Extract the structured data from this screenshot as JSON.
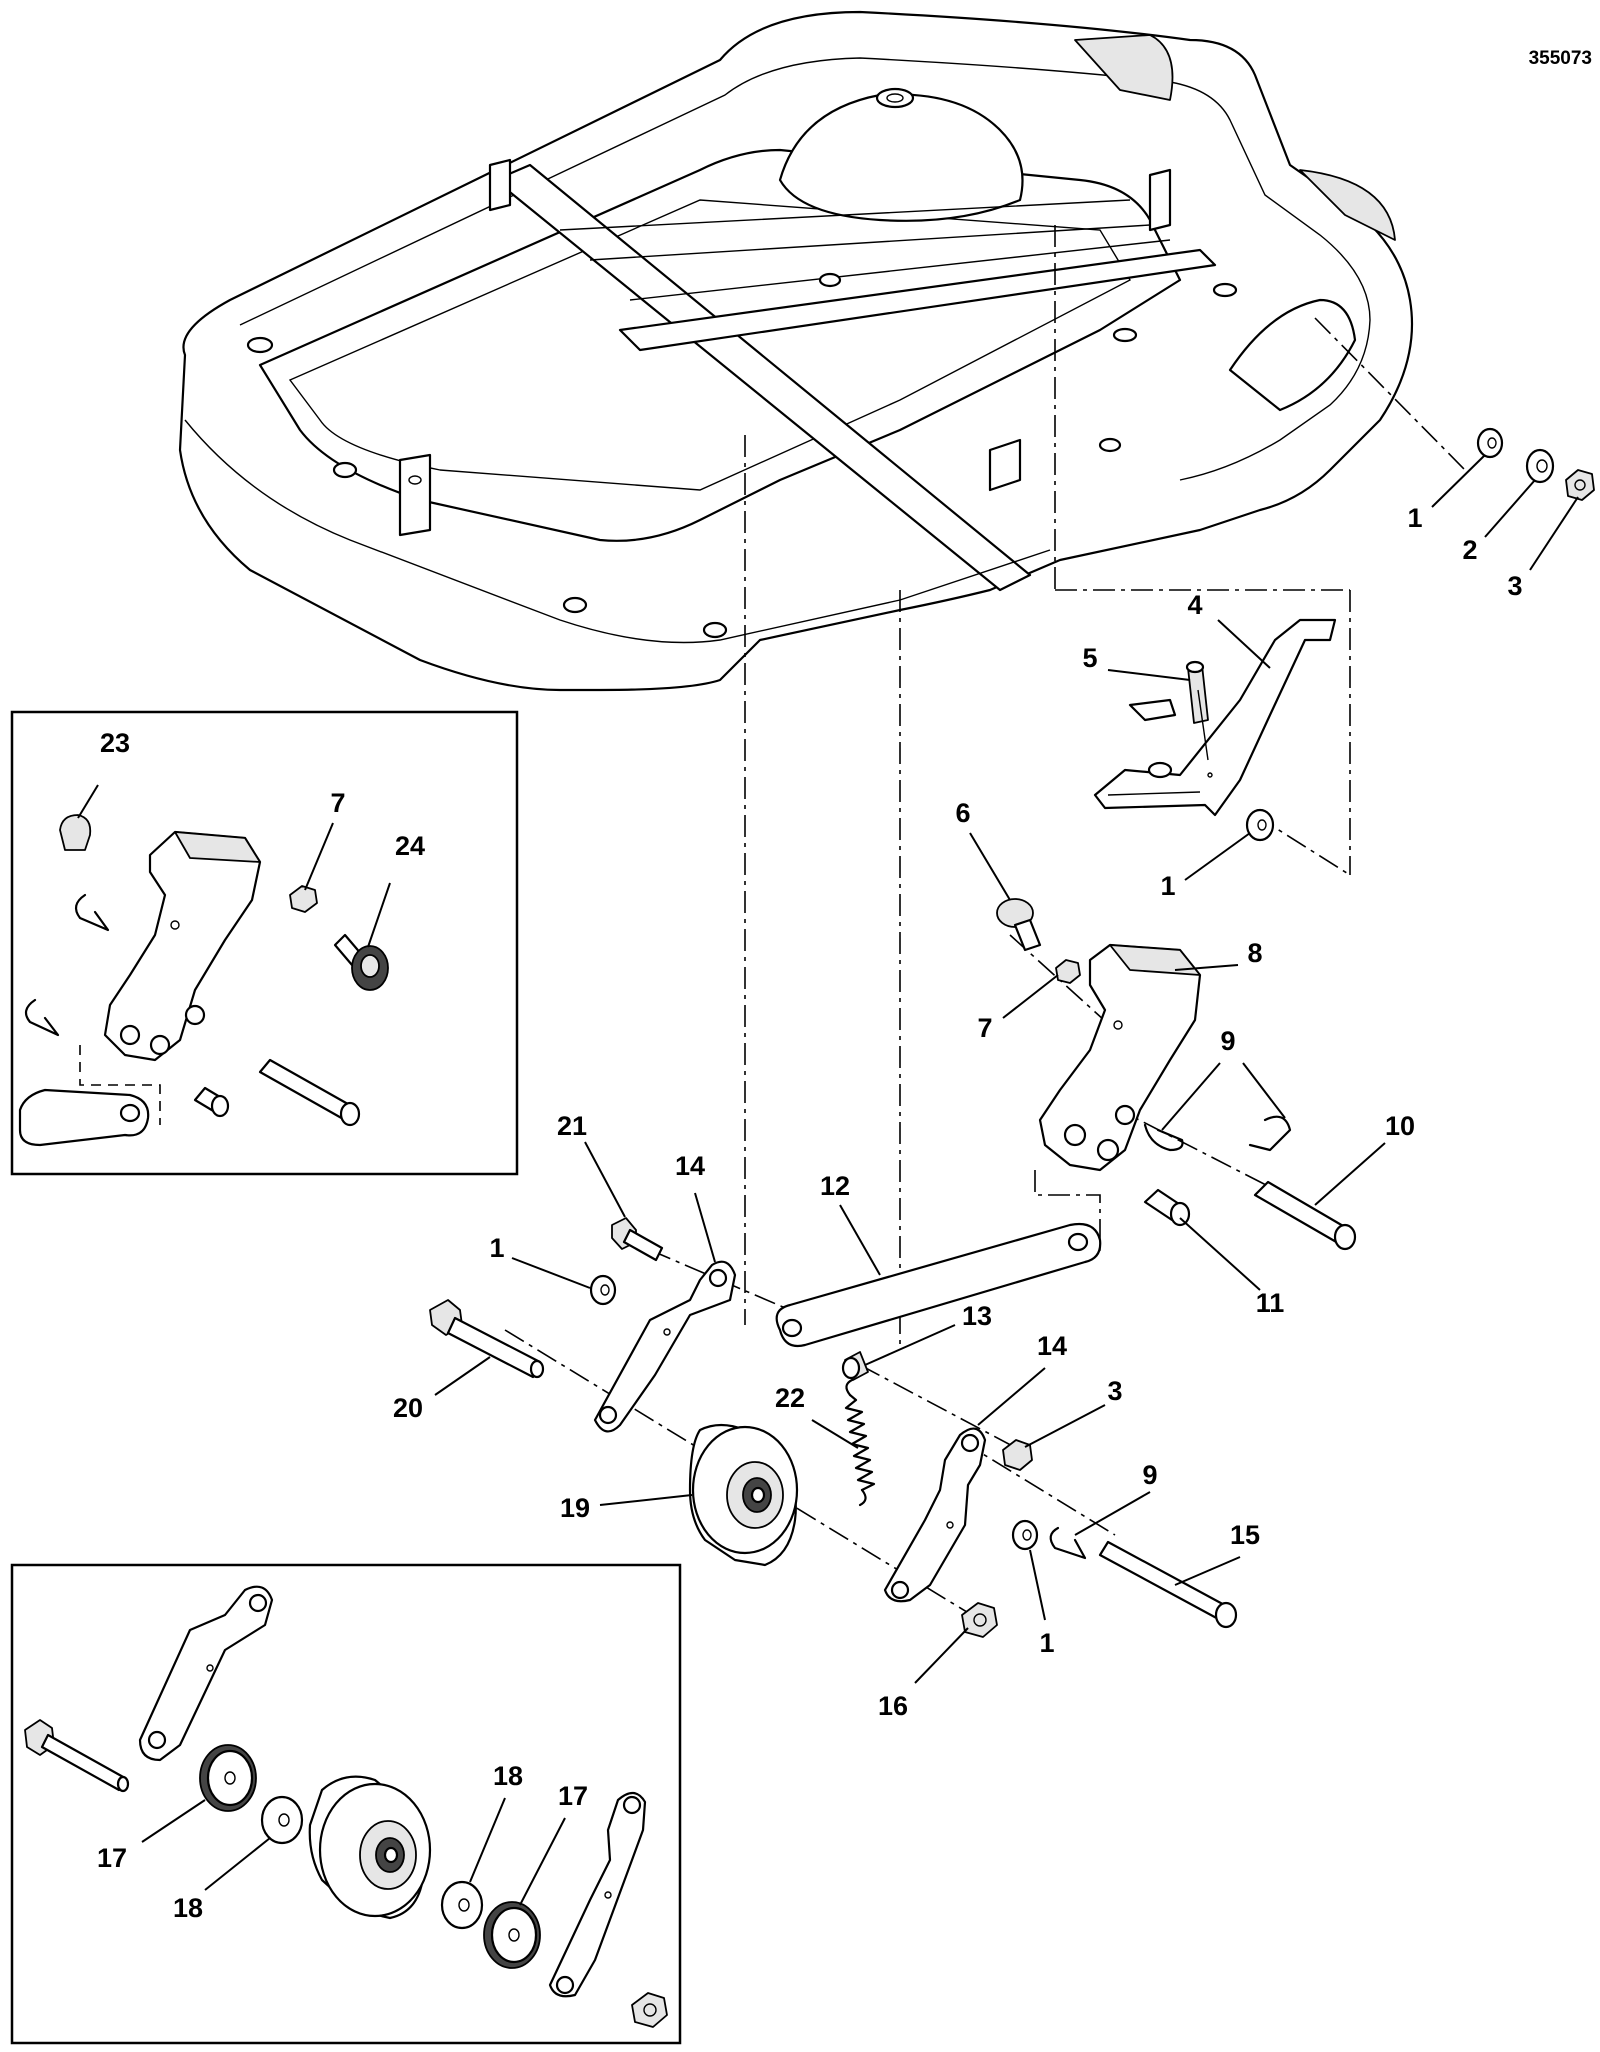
{
  "document_number": "355073",
  "callouts": [
    {
      "id": "c1a",
      "text": "1"
    },
    {
      "id": "c2a",
      "text": "2"
    },
    {
      "id": "c3a",
      "text": "3"
    },
    {
      "id": "c4",
      "text": "4"
    },
    {
      "id": "c5",
      "text": "5"
    },
    {
      "id": "c1b",
      "text": "1"
    },
    {
      "id": "c6",
      "text": "6"
    },
    {
      "id": "c8",
      "text": "8"
    },
    {
      "id": "c7a",
      "text": "7"
    },
    {
      "id": "c9a",
      "text": "9"
    },
    {
      "id": "c10",
      "text": "10"
    },
    {
      "id": "c11",
      "text": "11"
    },
    {
      "id": "c21",
      "text": "21"
    },
    {
      "id": "c14a",
      "text": "14"
    },
    {
      "id": "c12",
      "text": "12"
    },
    {
      "id": "c1c",
      "text": "1"
    },
    {
      "id": "c13",
      "text": "13"
    },
    {
      "id": "c14b",
      "text": "14"
    },
    {
      "id": "c20",
      "text": "20"
    },
    {
      "id": "c22",
      "text": "22"
    },
    {
      "id": "c3b",
      "text": "3"
    },
    {
      "id": "c9b",
      "text": "9"
    },
    {
      "id": "c19",
      "text": "19"
    },
    {
      "id": "c15",
      "text": "15"
    },
    {
      "id": "c1d",
      "text": "1"
    },
    {
      "id": "c16",
      "text": "16"
    },
    {
      "id": "c23",
      "text": "23"
    },
    {
      "id": "c7b",
      "text": "7"
    },
    {
      "id": "c24",
      "text": "24"
    },
    {
      "id": "c18a",
      "text": "18"
    },
    {
      "id": "c17a",
      "text": "17"
    },
    {
      "id": "c17b",
      "text": "17"
    },
    {
      "id": "c18b",
      "text": "18"
    }
  ]
}
